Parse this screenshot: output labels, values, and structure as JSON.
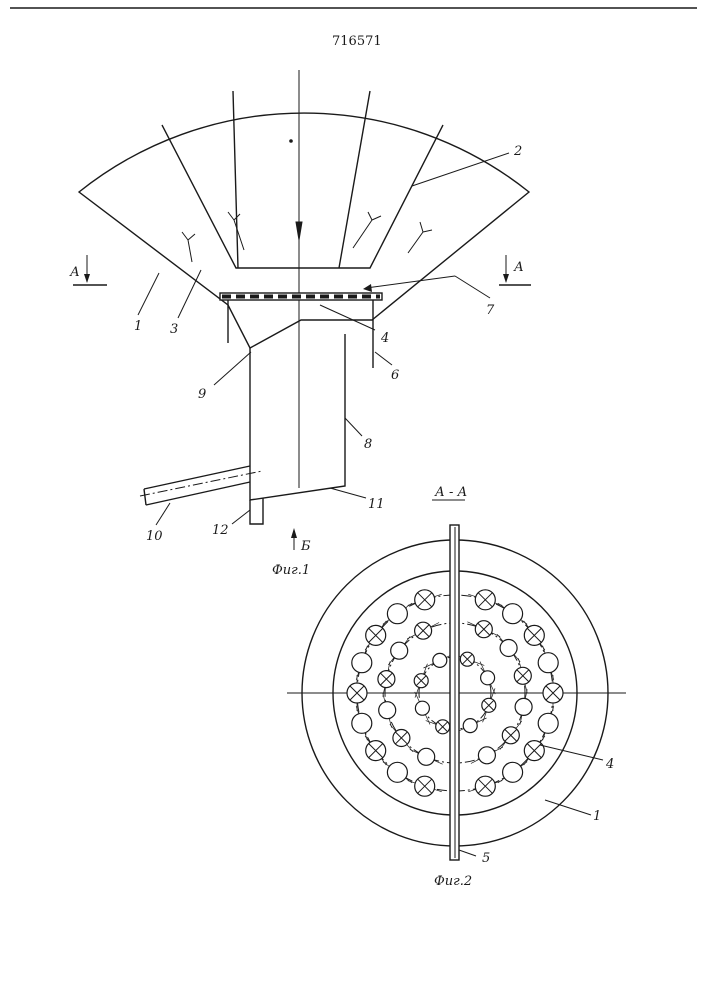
{
  "header": {
    "patent_number": "716571"
  },
  "fig1": {
    "caption": "Фиг.1",
    "section_mark": "А",
    "view_mark": "Б",
    "labels": {
      "l1": "1",
      "l2": "2",
      "l3": "3",
      "l4": "4",
      "l6": "6",
      "l7": "7",
      "l8": "8",
      "l9": "9",
      "l10": "10",
      "l11": "11",
      "l12": "12"
    }
  },
  "fig2": {
    "caption": "Фиг.2",
    "section_title": "А - А",
    "labels": {
      "l1": "1",
      "l4": "4",
      "l5": "5"
    }
  },
  "colors": {
    "ink": "#1a1a1a",
    "paper": "#ffffff"
  }
}
